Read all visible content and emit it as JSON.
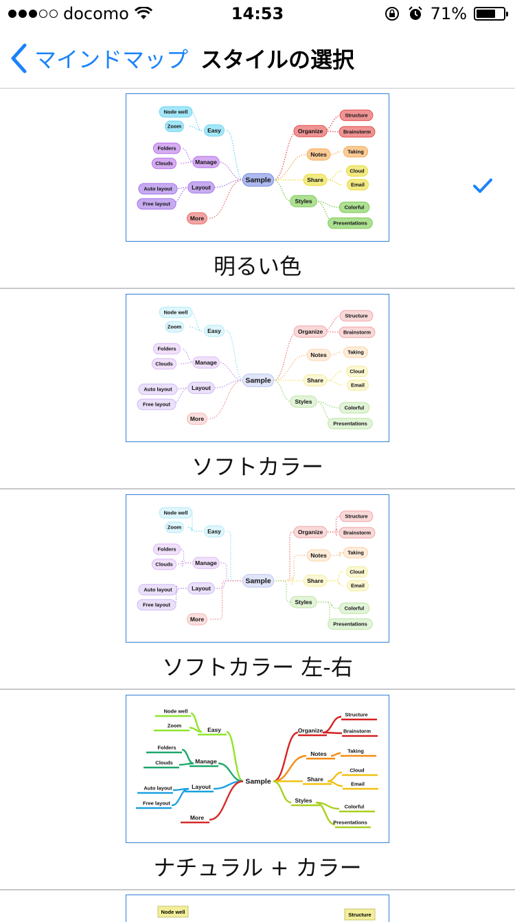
{
  "status_bar": {
    "carrier": "docomo",
    "time": "14:53",
    "battery": "71%",
    "battery_level": 0.71
  },
  "nav": {
    "back_label": "マインドマップ",
    "title": "スタイルの選択"
  },
  "mindmap": {
    "center": "Sample",
    "left_branches": [
      {
        "label": "Easy",
        "children": [
          "Node well",
          "Zoom"
        ]
      },
      {
        "label": "Manage",
        "children": [
          "Folders",
          "Clouds"
        ]
      },
      {
        "label": "Layout",
        "children": [
          "Auto layout",
          "Free layout"
        ]
      },
      {
        "label": "More",
        "children": []
      }
    ],
    "right_branches": [
      {
        "label": "Organize",
        "children": [
          "Structure",
          "Brainstorm"
        ]
      },
      {
        "label": "Notes",
        "children": [
          "Taking"
        ]
      },
      {
        "label": "Share",
        "children": [
          "Cloud",
          "Email"
        ]
      },
      {
        "label": "Styles",
        "children": [
          "Colorful",
          "Presentations"
        ]
      }
    ]
  },
  "styles": [
    {
      "label": "明るい色",
      "selected": true,
      "kind": "bright"
    },
    {
      "label": "ソフトカラー",
      "selected": false,
      "kind": "soft"
    },
    {
      "label": "ソフトカラー 左-右",
      "selected": false,
      "kind": "softlr"
    },
    {
      "label": "ナチュラル + カラー",
      "selected": false,
      "kind": "natural"
    },
    {
      "label": "",
      "selected": false,
      "kind": "yellow"
    }
  ],
  "partial_preview": {
    "left": "Node well",
    "right": "Structure"
  },
  "colors": {
    "accent": "#1a82fb",
    "easy": "#5ad1f0",
    "manage": "#b266e6",
    "layout": "#9966e6",
    "more": "#e85a5a",
    "organize": "#e23a3a",
    "notes": "#f5a040",
    "share": "#e8d820",
    "styles": "#6cc63a",
    "center": "#6a7fe0"
  }
}
